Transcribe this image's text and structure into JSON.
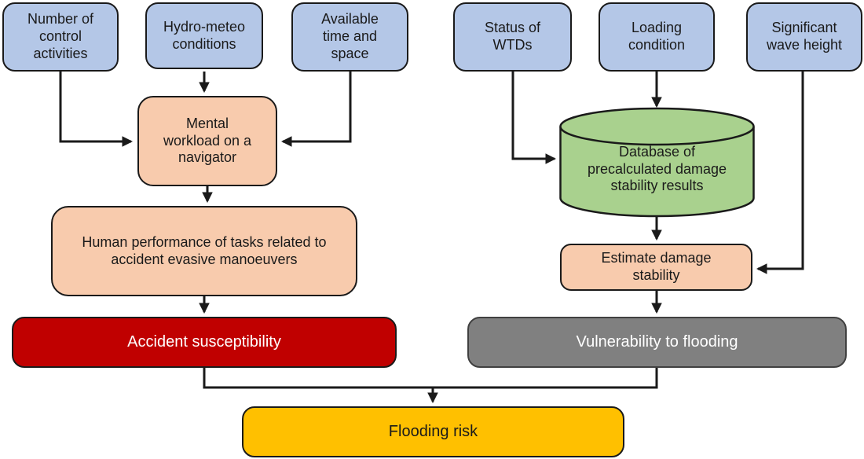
{
  "diagram": {
    "type": "flowchart",
    "background": "#ffffff",
    "colors": {
      "input_fill": "#b4c7e7",
      "process_fill": "#f8cbad",
      "database_fill": "#a9d18e",
      "accident_fill": "#c00000",
      "vulnerability_fill": "#808080",
      "risk_fill": "#ffc000",
      "line": "#1a1a1a",
      "text_dark": "#1a1a1a",
      "text_light": "#ffffff"
    },
    "nodes": {
      "control_activities": {
        "label": "Number of\ncontrol\nactivities",
        "shape": "rounded-rect",
        "fill": "#b4c7e7"
      },
      "hydro_meteo": {
        "label": "Hydro-meteo\nconditions",
        "shape": "rounded-rect",
        "fill": "#b4c7e7"
      },
      "available_time": {
        "label": "Available\ntime and\nspace",
        "shape": "rounded-rect",
        "fill": "#b4c7e7"
      },
      "wtd_status": {
        "label": "Status of\nWTDs",
        "shape": "rounded-rect",
        "fill": "#b4c7e7"
      },
      "loading_condition": {
        "label": "Loading\ncondition",
        "shape": "rounded-rect",
        "fill": "#b4c7e7"
      },
      "wave_height": {
        "label": "Significant\nwave height",
        "shape": "rounded-rect",
        "fill": "#b4c7e7"
      },
      "mental_workload": {
        "label": "Mental\nworkload on a\nnavigator",
        "shape": "rounded-rect",
        "fill": "#f8cbad"
      },
      "human_performance": {
        "label": "Human performance of tasks related to\naccident evasive manoeuvers",
        "shape": "rounded-rect",
        "fill": "#f8cbad"
      },
      "database": {
        "label": "Database of\nprecalculated damage\nstability results",
        "shape": "cylinder",
        "fill": "#a9d18e"
      },
      "estimate_stability": {
        "label": "Estimate damage\nstability",
        "shape": "rounded-rect",
        "fill": "#f8cbad"
      },
      "accident_susceptibility": {
        "label": "Accident susceptibility",
        "shape": "rounded-rect",
        "fill": "#c00000"
      },
      "vulnerability_flooding": {
        "label": "Vulnerability to flooding",
        "shape": "rounded-rect",
        "fill": "#808080"
      },
      "flooding_risk": {
        "label": "Flooding risk",
        "shape": "rounded-rect",
        "fill": "#ffc000"
      }
    },
    "edges": [
      {
        "from": "control_activities",
        "to": "mental_workload"
      },
      {
        "from": "hydro_meteo",
        "to": "mental_workload"
      },
      {
        "from": "available_time",
        "to": "mental_workload"
      },
      {
        "from": "mental_workload",
        "to": "human_performance"
      },
      {
        "from": "human_performance",
        "to": "accident_susceptibility"
      },
      {
        "from": "wtd_status",
        "to": "database"
      },
      {
        "from": "loading_condition",
        "to": "database"
      },
      {
        "from": "wave_height",
        "to": "estimate_stability"
      },
      {
        "from": "database",
        "to": "estimate_stability"
      },
      {
        "from": "estimate_stability",
        "to": "vulnerability_flooding"
      },
      {
        "from": "accident_susceptibility",
        "to": "flooding_risk"
      },
      {
        "from": "vulnerability_flooding",
        "to": "flooding_risk"
      }
    ]
  }
}
